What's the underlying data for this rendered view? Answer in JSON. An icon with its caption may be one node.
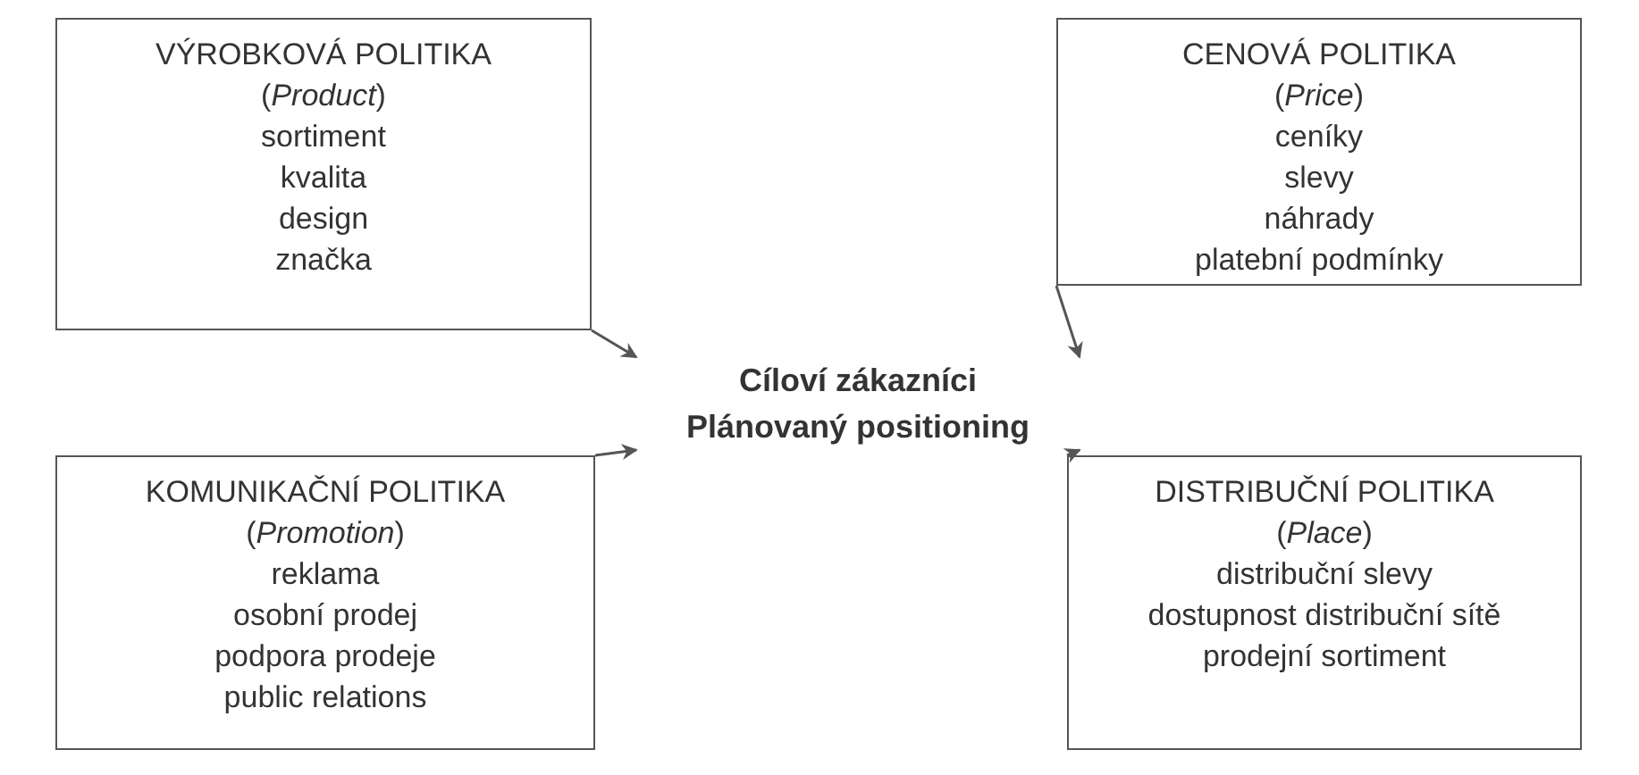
{
  "diagram": {
    "nodes": [
      {
        "text": [
          "VÝROBKOVÁ POLITIKA",
          "(*Product*)",
          "sortiment",
          "kvalita",
          "design",
          "značka"
        ]
      },
      {
        "text": [
          "CENOVÁ POLITIKA",
          "(*Price*)",
          "ceníky",
          "slevy",
          "náhrady",
          "platební podmínky"
        ]
      },
      {
        "text": [
          "Cíloví zákazníci",
          "Plánovaný positioning"
        ]
      },
      {
        "text": [
          "KOMUNIKAČNÍ POLITIKA",
          "(*Promotion*)",
          "reklama",
          "osobní prodej",
          "podpora prodeje",
          "public relations"
        ]
      },
      {
        "text": [
          "DISTRIBUČNÍ POLITIKA",
          "(*Place*)",
          "distribuční slevy",
          "dostupnost distribuční sítě",
          "prodejní sortiment"
        ]
      }
    ],
    "edges": [
      {
        "from": 0,
        "to": 2,
        "arrow": "to"
      },
      {
        "from": 1,
        "to": 2,
        "arrow": "to"
      },
      {
        "from": 3,
        "to": 2,
        "arrow": "to"
      },
      {
        "from": 4,
        "to": 2,
        "arrow": "to"
      }
    ]
  }
}
